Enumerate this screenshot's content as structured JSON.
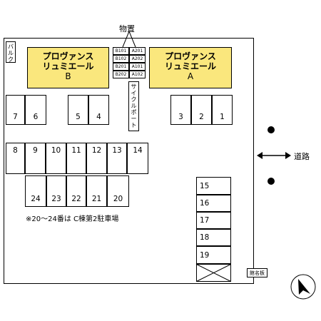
{
  "storage_label": "物置",
  "storage_cells": [
    {
      "id": "s1",
      "text": "B101"
    },
    {
      "id": "s2",
      "text": "A201"
    },
    {
      "id": "s3",
      "text": "B102"
    },
    {
      "id": "s4",
      "text": "A202"
    },
    {
      "id": "s5",
      "text": "B201"
    },
    {
      "id": "s6",
      "text": "A101"
    },
    {
      "id": "s7",
      "text": "B202"
    },
    {
      "id": "s8",
      "text": "A102"
    }
  ],
  "building_b": {
    "name_line1": "プロヴァンス",
    "name_line2": "リュミエール",
    "letter": "B"
  },
  "building_a": {
    "name_line1": "プロヴァンス",
    "name_line2": "リュミエール",
    "letter": "A"
  },
  "balcony_label": "バルク",
  "bicycle_label": "サイクルポート",
  "road_label": "道路",
  "sign_label": "館名板",
  "note": "※20〜24番は C棟第2駐車場",
  "stalls": {
    "row1_left": [
      "7",
      "6"
    ],
    "row1_mid": [
      "5",
      "4"
    ],
    "row1_right": [
      "3",
      "2",
      "1"
    ],
    "row2": [
      "8",
      "9",
      "10",
      "11",
      "12",
      "13",
      "14"
    ],
    "row3": [
      "24",
      "23",
      "22",
      "21",
      "20"
    ],
    "column": [
      "15",
      "16",
      "17",
      "18",
      "19"
    ]
  },
  "colors": {
    "building": "#fae77d",
    "line": "#000000"
  }
}
